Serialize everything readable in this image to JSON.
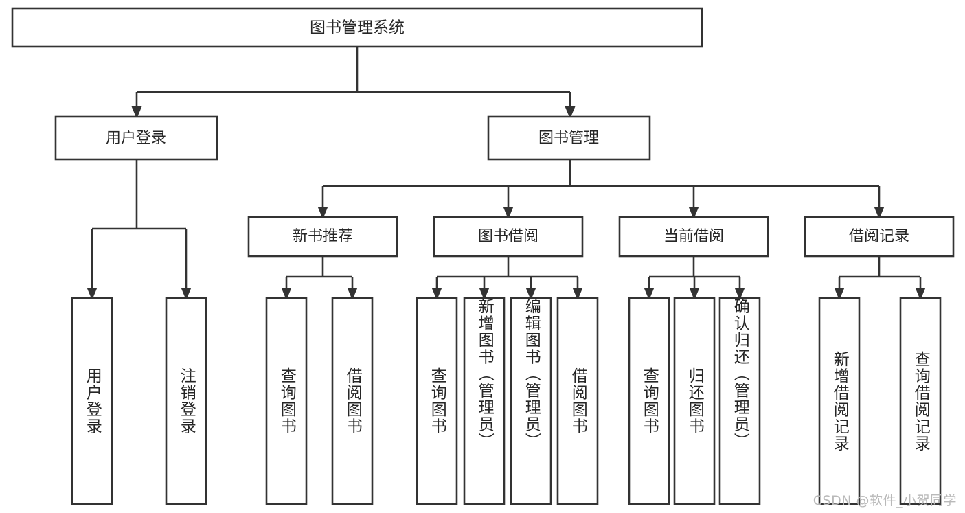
{
  "diagram": {
    "type": "tree-hierarchy",
    "title": "图书管理系统",
    "orientation": "top-down",
    "colors": {
      "box_stroke": "#333333",
      "box_fill": "#ffffff",
      "text": "#262626",
      "background": "#ffffff",
      "watermark": "#b9b9b9"
    },
    "root": {
      "label": "图书管理系统"
    },
    "level2": [
      {
        "label": "用户登录"
      },
      {
        "label": "图书管理"
      }
    ],
    "level3": [
      {
        "label": "新书推荐"
      },
      {
        "label": "图书借阅"
      },
      {
        "label": "当前借阅"
      },
      {
        "label": "借阅记录"
      }
    ],
    "leaves": {
      "user_login": [
        {
          "label": "用户登录"
        },
        {
          "label": "注销登录"
        }
      ],
      "new_book_recommend": [
        {
          "label": "查询图书"
        },
        {
          "label": "借阅图书"
        }
      ],
      "book_borrow": [
        {
          "label": "查询图书"
        },
        {
          "label": "新增图书（管理员）"
        },
        {
          "label": "编辑图书（管理员）"
        },
        {
          "label": "借阅图书"
        }
      ],
      "current_borrow": [
        {
          "label": "查询图书"
        },
        {
          "label": "归还图书"
        },
        {
          "label": "确认归还（管理员）"
        }
      ],
      "borrow_record": [
        {
          "label": "新增借阅记录"
        },
        {
          "label": "查询借阅记录"
        }
      ]
    }
  },
  "watermark": {
    "text": "CSDN @软件_小贺同学"
  }
}
